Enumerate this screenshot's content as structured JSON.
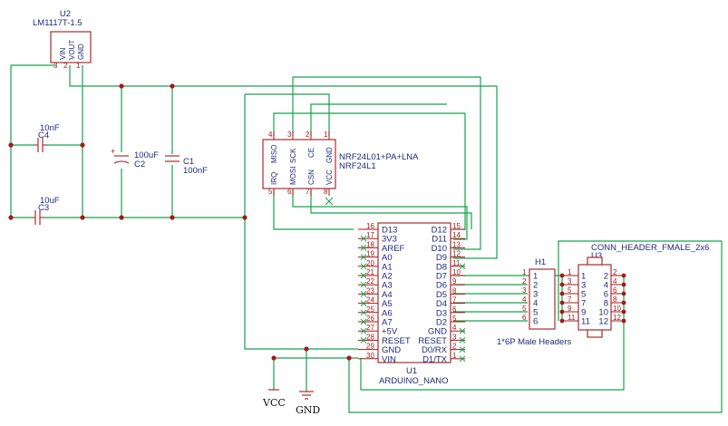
{
  "regulator": {
    "ref": "U2",
    "value": "LM1117T-1.5",
    "pins": [
      "VIN",
      "VOUT",
      "GND"
    ],
    "pin_numbers": [
      "3",
      "2",
      "1"
    ]
  },
  "capacitors": {
    "c4": {
      "ref": "C4",
      "value": "10nF"
    },
    "c3": {
      "ref": "C3",
      "value": "10uF"
    },
    "c2": {
      "ref": "C2",
      "value": "100uF"
    },
    "c1": {
      "ref": "C1",
      "value": "100nF"
    }
  },
  "radio": {
    "ref": "NRF24L1",
    "value": "NRF24L01+PA+LNA",
    "top_pins": [
      {
        "n": "4",
        "name": "MISO"
      },
      {
        "n": "3",
        "name": "SCK"
      },
      {
        "n": "2",
        "name": "CE"
      },
      {
        "n": "1",
        "name": "GND"
      }
    ],
    "bottom_pins": [
      {
        "n": "5",
        "name": "IRQ"
      },
      {
        "n": "6",
        "name": "MOSI"
      },
      {
        "n": "7",
        "name": "CSN"
      },
      {
        "n": "8",
        "name": "VCC"
      }
    ]
  },
  "nano": {
    "ref": "U1",
    "value": "ARDUINO_NANO",
    "left_pins": [
      {
        "n": "16",
        "name": "D13"
      },
      {
        "n": "17",
        "name": "3V3"
      },
      {
        "n": "18",
        "name": "AREF"
      },
      {
        "n": "19",
        "name": "A0"
      },
      {
        "n": "20",
        "name": "A1"
      },
      {
        "n": "21",
        "name": "A2"
      },
      {
        "n": "22",
        "name": "A3"
      },
      {
        "n": "23",
        "name": "A4"
      },
      {
        "n": "24",
        "name": "A5"
      },
      {
        "n": "25",
        "name": "A6"
      },
      {
        "n": "26",
        "name": "A7"
      },
      {
        "n": "27",
        "name": "+5V"
      },
      {
        "n": "28",
        "name": "RESET"
      },
      {
        "n": "29",
        "name": "GND"
      },
      {
        "n": "30",
        "name": "VIN"
      }
    ],
    "right_pins": [
      {
        "n": "15",
        "name": "D12"
      },
      {
        "n": "14",
        "name": "D11"
      },
      {
        "n": "13",
        "name": "D10"
      },
      {
        "n": "12",
        "name": "D9"
      },
      {
        "n": "11",
        "name": "D8"
      },
      {
        "n": "10",
        "name": "D7"
      },
      {
        "n": "9",
        "name": "D6"
      },
      {
        "n": "8",
        "name": "D5"
      },
      {
        "n": "7",
        "name": "D4"
      },
      {
        "n": "6",
        "name": "D3"
      },
      {
        "n": "5",
        "name": "D2"
      },
      {
        "n": "4",
        "name": "GND"
      },
      {
        "n": "3",
        "name": "RESET"
      },
      {
        "n": "2",
        "name": "D0/RX"
      },
      {
        "n": "1",
        "name": "D1/TX"
      }
    ]
  },
  "header1": {
    "ref": "H1",
    "value": "1*6P Male Headers",
    "pins": [
      "1",
      "2",
      "3",
      "4",
      "5",
      "6"
    ]
  },
  "header2": {
    "ref": "U3",
    "value": "CONN_HEADER_FMALE_2x6",
    "rows": [
      {
        "l": "1",
        "r": "2"
      },
      {
        "l": "3",
        "r": "4"
      },
      {
        "l": "5",
        "r": "6"
      },
      {
        "l": "7",
        "r": "8"
      },
      {
        "l": "9",
        "r": "10"
      },
      {
        "l": "11",
        "r": "12"
      }
    ]
  },
  "power": {
    "vcc": "VCC",
    "gnd": "GND"
  },
  "colors": {
    "wire": "#16a34a",
    "component": "#a21a1a",
    "text": "#1f2a7a"
  }
}
